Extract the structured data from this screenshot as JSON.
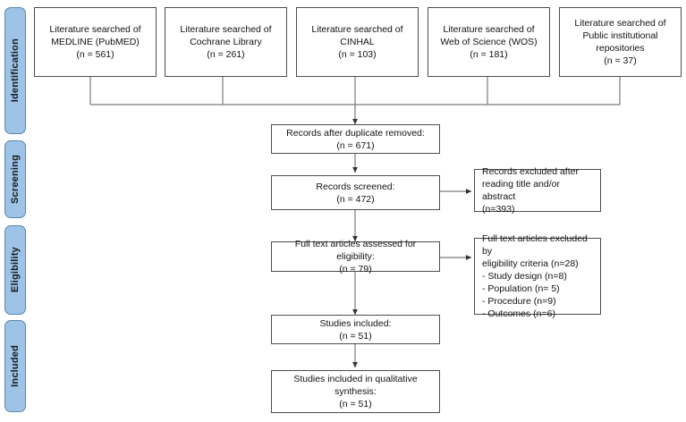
{
  "diagram": {
    "title": "PRISMA flow diagram",
    "type": "flowchart",
    "colors": {
      "stage_fill": "#9DC3E6",
      "stage_border": "#5B87AD",
      "node_border": "#4d4d4d",
      "connector": "#595959",
      "background": "#ffffff"
    }
  },
  "stages": [
    {
      "label": "Identification"
    },
    {
      "label": "Screening"
    },
    {
      "label": "Eligibility"
    },
    {
      "label": "Included"
    }
  ],
  "sources": [
    {
      "label": "Literature searched of\nMEDLINE (PubMED)\n(n = 561)",
      "count": 561,
      "database": "MEDLINE (PubMED)"
    },
    {
      "label": "Literature searched of\nCochrane Library\n(n = 261)",
      "count": 261,
      "database": "Cochrane Library"
    },
    {
      "label": "Literature searched of\nCINHAL\n(n = 103)",
      "count": 103,
      "database": "CINHAL"
    },
    {
      "label": "Literature searched of\nWeb of Science (WOS)\n(n = 181)",
      "count": 181,
      "database": "Web of Science (WOS)"
    },
    {
      "label": "Literature searched of\nPublic institutional\nrepositories\n(n = 37)",
      "count": 37,
      "database": "Public institutional repositories"
    }
  ],
  "flow": {
    "duplicates_removed": {
      "label": "Records after duplicate removed:\n(n = 671)",
      "count": 671
    },
    "records_screened": {
      "label": "Records screened:\n(n = 472)",
      "count": 472
    },
    "records_excluded": {
      "label": "Records excluded after\nreading title and/or abstract\n(n=393)",
      "count": 393
    },
    "fulltext_assessed": {
      "label": "Full text articles assessed for eligibility:\n(n = 79)",
      "count": 79
    },
    "fulltext_excluded": {
      "label": "Full text articles excluded by\neligibility criteria (n=28)\n- Study design (n=8)\n- Population (n= 5)\n- Procedure (n=9)\n- Outcomes (n=6)",
      "count": 28,
      "reasons": [
        {
          "label": "Study design",
          "count": 8
        },
        {
          "label": "Population",
          "count": 5
        },
        {
          "label": "Procedure",
          "count": 9
        },
        {
          "label": "Outcomes",
          "count": 6
        }
      ]
    },
    "studies_included": {
      "label": "Studies included:\n(n = 51)",
      "count": 51
    },
    "qualitative_synthesis": {
      "label": "Studies included in qualitative\nsynthesis:\n(n = 51)",
      "count": 51
    }
  }
}
